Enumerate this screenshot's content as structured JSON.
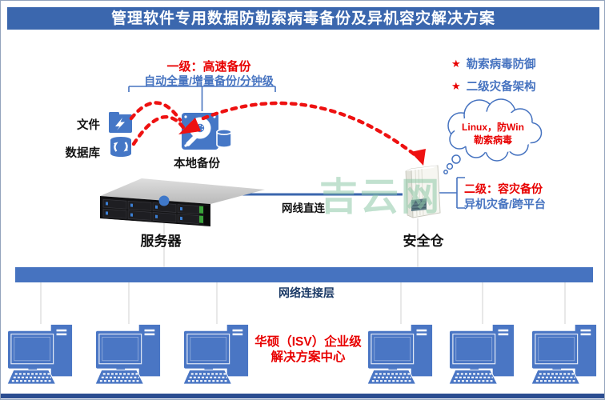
{
  "title": "管理软件专用数据防勒索病毒备份及异机容灾解决方案",
  "level1": {
    "heading": "一级：高速备份",
    "subheading": "自动全量/增量备份/分钟级"
  },
  "highlights": [
    {
      "bullet": "★",
      "label": "勒索病毒防御"
    },
    {
      "bullet": "★",
      "label": "二级灾备架构"
    }
  ],
  "sources": {
    "file": "文件",
    "database": "数据库"
  },
  "local_backup": {
    "label": "本地备份"
  },
  "cloud_note": {
    "line1": "Linux，防Win",
    "line2": "勒索病毒"
  },
  "level2": {
    "heading": "二级：容灾备份",
    "subheading": "异机灾备/跨平台"
  },
  "server": {
    "label": "服务器"
  },
  "vault": {
    "label": "安全仓"
  },
  "direct_link": {
    "label": "网线直连"
  },
  "network_layer": {
    "label": "网络连接层"
  },
  "watermark": {
    "text": "吉云网"
  },
  "footer_note": {
    "line1": "华硕（ISV）企业级",
    "line2": "解决方案中心"
  },
  "colors": {
    "title_bar_blue": "#3b67ae",
    "network_bar_blue": "#4673c0",
    "icon_blue": "#4577c6",
    "text_blue": "#4673c0",
    "alert_red": "#e80000",
    "navy_text": "#1b3a66",
    "watermark_green": "#8fc9a8",
    "bottom_strip_blue": "#2b4d91"
  }
}
